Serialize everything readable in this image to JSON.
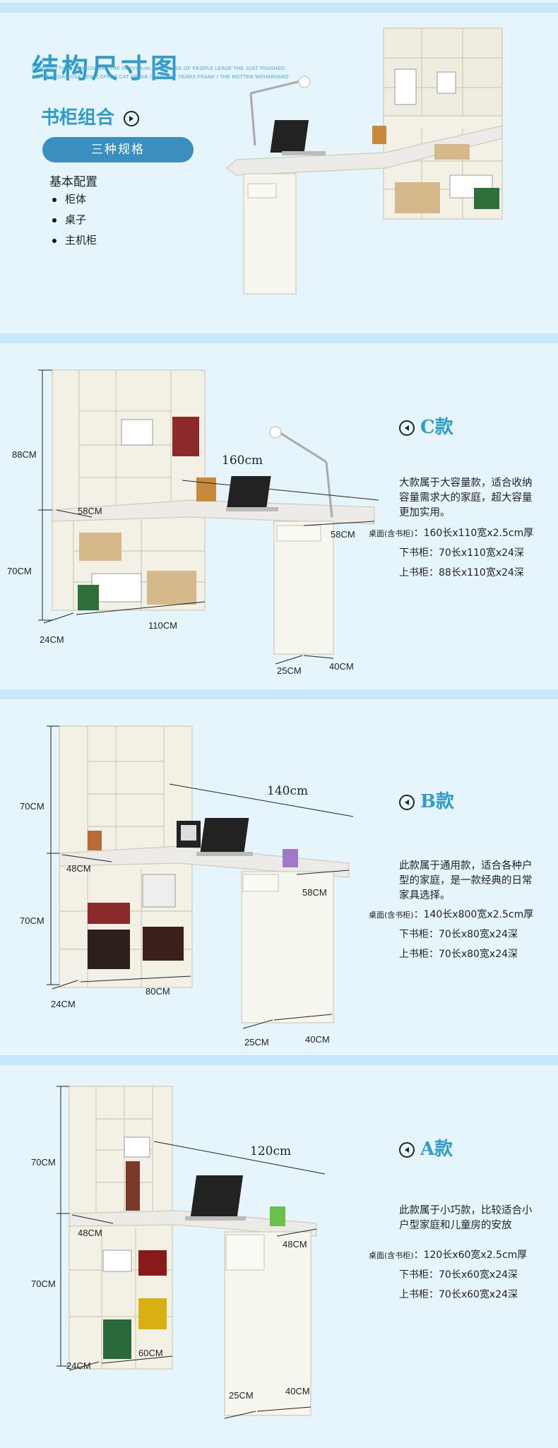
{
  "header": {
    "title": "结构尺寸图",
    "subtitle_en_1": "HARVARD THAT PERSON MAY THE INDIVIDUAL PURCHASE OF PEOPLE LEAVE THE JUST FINISHED",
    "subtitle_en_2": "BEAUTY LOAN USA NEW COFFEE CAT FRANK I SAD MAY YEARS FRANK I THE ROTTEN WEHARVARD",
    "combo_title": "书柜组合",
    "spec_pill": "三种规格",
    "basic_config_label": "基本配置",
    "basic_items": [
      "柜体",
      "桌子",
      "主机柜"
    ]
  },
  "models": [
    {
      "name": "C款",
      "desc": "大款属于大容量款，适合收纳容量需求大的家庭，超大容量更加实用。",
      "spec_prefix": "桌面(含书柜)",
      "spec_desk": "：160长x110宽x2.5cm厚",
      "spec_lower": "下书柜：70长x110宽x24深",
      "spec_upper": "上书柜：88长x110宽x24深",
      "dims": {
        "length": "160cm",
        "upper_h": "88CM",
        "lower_h": "70CM",
        "desk_depth_left": "58CM",
        "desk_depth_right": "58CM",
        "shelf_depth": "24CM",
        "shelf_width": "110CM",
        "cab_w": "25CM",
        "cab_d": "40CM"
      }
    },
    {
      "name": "B款",
      "desc": "此款属于通用款，适合各种户型的家庭，是一款经典的日常家具选择。",
      "spec_prefix": "桌面(含书柜)",
      "spec_desk": "：140长x800宽x2.5cm厚",
      "spec_lower": "下书柜：70长x80宽x24深",
      "spec_upper": "上书柜：70长x80宽x24深",
      "dims": {
        "length": "140cm",
        "upper_h": "70CM",
        "lower_h": "70CM",
        "desk_depth_left": "48CM",
        "desk_depth_right": "58CM",
        "shelf_depth": "24CM",
        "shelf_width": "80CM",
        "cab_w": "25CM",
        "cab_d": "40CM"
      }
    },
    {
      "name": "A款",
      "desc": "此款属于小巧款，比较适合小户型家庭和儿童房的安放",
      "spec_prefix": "桌面(含书柜)",
      "spec_desk": "：120长x60宽x2.5cm厚",
      "spec_lower": "下书柜：70长x60宽x24深",
      "spec_upper": "上书柜：70长x60宽x24深",
      "dims": {
        "length": "120cm",
        "upper_h": "70CM",
        "lower_h": "70CM",
        "desk_depth_left": "48CM",
        "desk_depth_right": "48CM",
        "shelf_depth": "24CM",
        "shelf_width": "60CM",
        "cab_w": "25CM",
        "cab_d": "40CM"
      }
    }
  ],
  "colors": {
    "accent": "#2f9cc9",
    "pill": "#3a8fc0",
    "background": "#e6f4fc",
    "band": "#c7e8f8",
    "furniture": "#f3f1e6"
  }
}
